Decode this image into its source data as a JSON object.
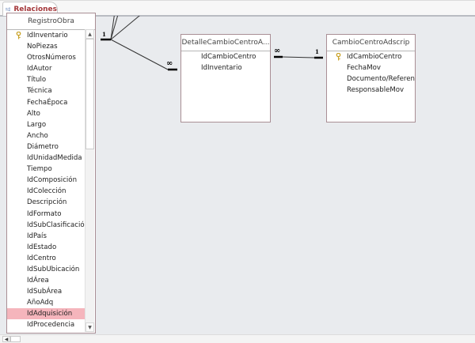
{
  "tab": {
    "label": "Relaciones",
    "icon": "relationships-icon"
  },
  "tables": {
    "registro": {
      "title": "RegistroObra",
      "fields": [
        {
          "name": "IdInventario",
          "key": true
        },
        {
          "name": "NoPiezas"
        },
        {
          "name": "OtrosNúmeros"
        },
        {
          "name": "IdAutor"
        },
        {
          "name": "Título"
        },
        {
          "name": "Técnica"
        },
        {
          "name": "FechaÉpoca"
        },
        {
          "name": "Alto"
        },
        {
          "name": "Largo"
        },
        {
          "name": "Ancho"
        },
        {
          "name": "Diámetro"
        },
        {
          "name": "IdUnidadMedida"
        },
        {
          "name": "Tiempo"
        },
        {
          "name": "IdComposición"
        },
        {
          "name": "IdColección"
        },
        {
          "name": "Descripción"
        },
        {
          "name": "IdFormato"
        },
        {
          "name": "IdSubClasificación"
        },
        {
          "name": "IdPaís"
        },
        {
          "name": "IdEstado"
        },
        {
          "name": "IdCentro"
        },
        {
          "name": "IdSubUbicación"
        },
        {
          "name": "IdÁrea"
        },
        {
          "name": "IdSubÁrea"
        },
        {
          "name": "AñoAdq"
        },
        {
          "name": "IdAdquisición",
          "selected": true
        },
        {
          "name": "IdProcedencia"
        }
      ]
    },
    "detalle": {
      "title": "DetalleCambioCentroA...",
      "fields": [
        {
          "name": "IdCambioCentro"
        },
        {
          "name": "IdInventario"
        }
      ]
    },
    "cambio": {
      "title": "CambioCentroAdscrip",
      "fields": [
        {
          "name": "IdCambioCentro",
          "key": true
        },
        {
          "name": "FechaMov"
        },
        {
          "name": "Documento/Referenc"
        },
        {
          "name": "ResponsableMov"
        }
      ]
    }
  },
  "relationships": {
    "one_label": "1",
    "many_label": "∞"
  },
  "colors": {
    "tab_text": "#a4373a",
    "selected_row": "#f5b5bc",
    "table_border": "#a98f95",
    "canvas": "#e9ebee"
  }
}
